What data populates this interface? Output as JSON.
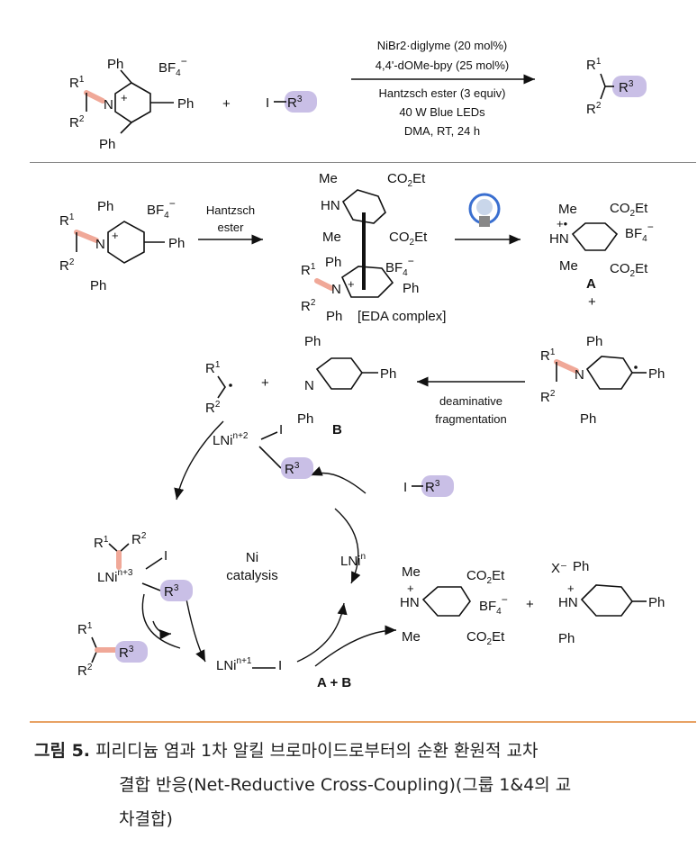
{
  "scheme": {
    "top": {
      "reactant_substituents": [
        "R1",
        "R2",
        "Ph",
        "Ph",
        "Ph",
        "BF4⁻"
      ],
      "plus": "+",
      "coupling_partner": "I–R3",
      "conditions": [
        "NiBr2·diglyme (20 mol%)",
        "4,4'-dOMe-bpy (25 mol%)",
        "Hantzsch ester (3 equiv)",
        "40 W Blue LEDs",
        "DMA, RT, 24 h"
      ],
      "product": [
        "R1",
        "R2",
        "R3"
      ]
    },
    "mechanism": {
      "arrow1_label": [
        "Hantzsch",
        "ester"
      ],
      "eda_label": "[EDA complex]",
      "radical_cation_label": "A",
      "radical_cation_groups": [
        "Me",
        "Me",
        "CO2Et",
        "CO2Et",
        "BF4⁻",
        "HN"
      ],
      "plus": "+",
      "pyridine_label": "B",
      "frag_label": [
        "deaminative",
        "fragmentation"
      ],
      "ni_species": [
        "LNin+2",
        "LNin+3",
        "LNin",
        "LNin+1"
      ],
      "ni_cycle_label": [
        "Ni",
        "catalysis"
      ],
      "ab_label": "A + B",
      "iodide": "I–R3",
      "x_label": "X⁻"
    }
  },
  "caption": {
    "number": "그림 5.",
    "text_line1": "피리디늄 염과 1차 알킬 브로마이드로부터의 순환 환원적 교차",
    "text_line2": "결합 반응(Net-Reductive Cross-Coupling)(그룹 1&4의 교",
    "text_line3": "차결합)"
  }
}
